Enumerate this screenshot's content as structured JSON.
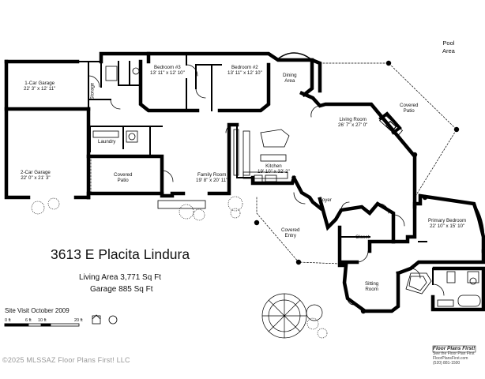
{
  "plan": {
    "address": "3613 E Placita Lindura",
    "living_area": "Living Area 3,771 Sq Ft",
    "garage_area": "Garage 885 Sq Ft",
    "site_visit": "Site Visit October 2009",
    "scale_labels": [
      "0 ft",
      "6 ft",
      "10 ft",
      "20 ft"
    ],
    "watermark": "©2025 MLSSAZ Floor Plans First! LLC",
    "brand": {
      "name": "Floor Plans First!",
      "tagline": "See the Floor Plan First",
      "website": "FloorPlansFirst.com",
      "phone": "(520) 881-1500"
    },
    "rooms": [
      {
        "name": "Pool",
        "dims": "Area"
      },
      {
        "name": "Bedroom #3",
        "dims": "13' 11\" x 12' 10\""
      },
      {
        "name": "Bedroom #2",
        "dims": "13' 11\" x 12' 10\""
      },
      {
        "name": "Dining",
        "dims": "Area"
      },
      {
        "name": "1-Car Garage",
        "dims": "22' 3\" x 12' 11\""
      },
      {
        "name": "Storage",
        "dims": ""
      },
      {
        "name": "Covered",
        "dims": "Patio"
      },
      {
        "name": "Living Room",
        "dims": "26' 7\" x 27' 0\""
      },
      {
        "name": "Laundry",
        "dims": ""
      },
      {
        "name": "2-Car Garage",
        "dims": "22' 0\" x 21' 3\""
      },
      {
        "name": "Covered",
        "dims": "Patio"
      },
      {
        "name": "Family Room",
        "dims": "19' 8\" x 20' 11\""
      },
      {
        "name": "Kitchen",
        "dims": "19' 10\" x 32' 2\""
      },
      {
        "name": "Foyer",
        "dims": ""
      },
      {
        "name": "Primary Bedroom",
        "dims": "22' 10\" x 15' 10\""
      },
      {
        "name": "Covered",
        "dims": "Entry"
      },
      {
        "name": "Closet",
        "dims": ""
      },
      {
        "name": "Sitting",
        "dims": "Room"
      }
    ]
  }
}
